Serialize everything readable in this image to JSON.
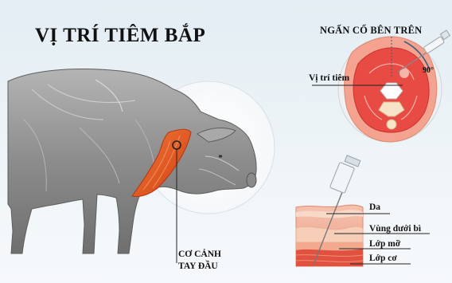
{
  "title": "VỊ TRÍ TIÊM BẮP",
  "neck_cross_section": {
    "title": "NGẤN CỔ BÊN TRÊN",
    "injection_site_label": "Vị trí tiêm",
    "angle_label": "90°"
  },
  "pig": {
    "muscle_label_line1": "CƠ CẢNH",
    "muscle_label_line2": "TAY ĐẦU"
  },
  "tissue_layers": {
    "labels": [
      "Da",
      "Vùng dưới bì",
      "Lớp mỡ",
      "Lớp cơ"
    ]
  },
  "colors": {
    "muscle": "#e8521e",
    "skin": "#f2b7a0",
    "fat": "#f6d3c2",
    "meat": "#d9423a",
    "pig_body": "#9a9a9a"
  }
}
